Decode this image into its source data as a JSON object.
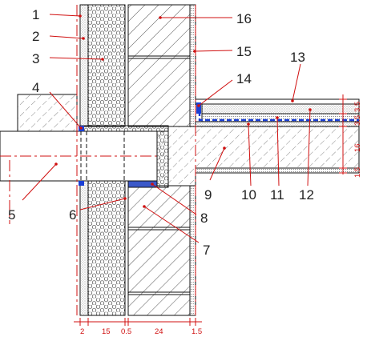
{
  "labels": {
    "l1": "1",
    "l2": "2",
    "l3": "3",
    "l4": "4",
    "l5": "5",
    "l6": "6",
    "l7": "7",
    "l8": "8",
    "l9": "9",
    "l10": "10",
    "l11": "11",
    "l12": "12",
    "l13": "13",
    "l14": "14",
    "l15": "15",
    "l16": "16"
  },
  "dimensions": {
    "bottom": [
      "2",
      "15",
      "0.5",
      "24",
      "1.5"
    ],
    "right": [
      "3.5",
      "3.5",
      "16",
      "1.5"
    ]
  },
  "colors": {
    "leader": "#d01010",
    "line": "#111111",
    "insulation_blue": "#1a3fd6",
    "hatch": "#333333"
  }
}
